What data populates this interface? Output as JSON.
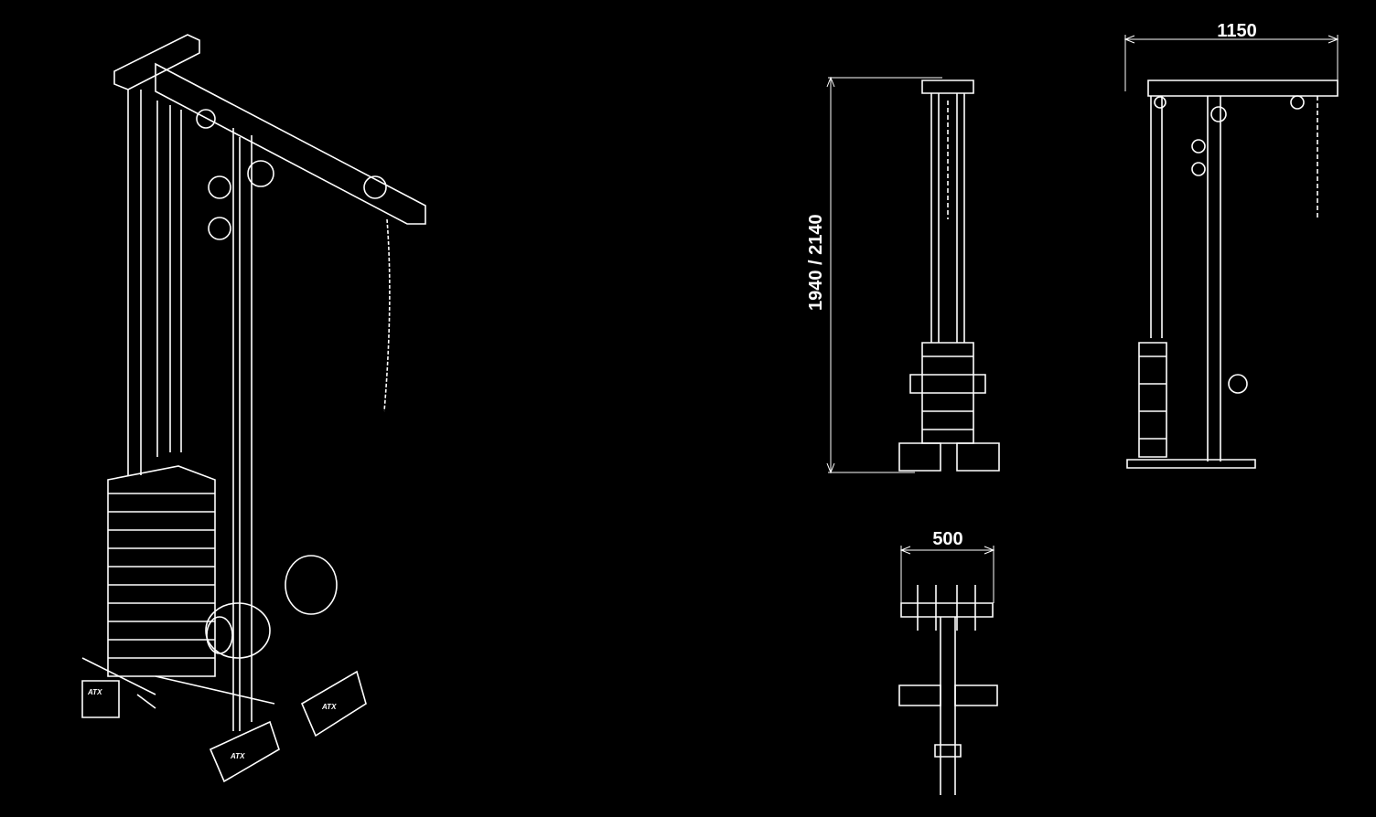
{
  "drawing": {
    "dimensions": {
      "overall_width": "1150",
      "height": "1940 / 2140",
      "base_width": "500"
    },
    "logo": "ATX",
    "colors": {
      "background": "#000000",
      "lines": "#ffffff"
    }
  }
}
